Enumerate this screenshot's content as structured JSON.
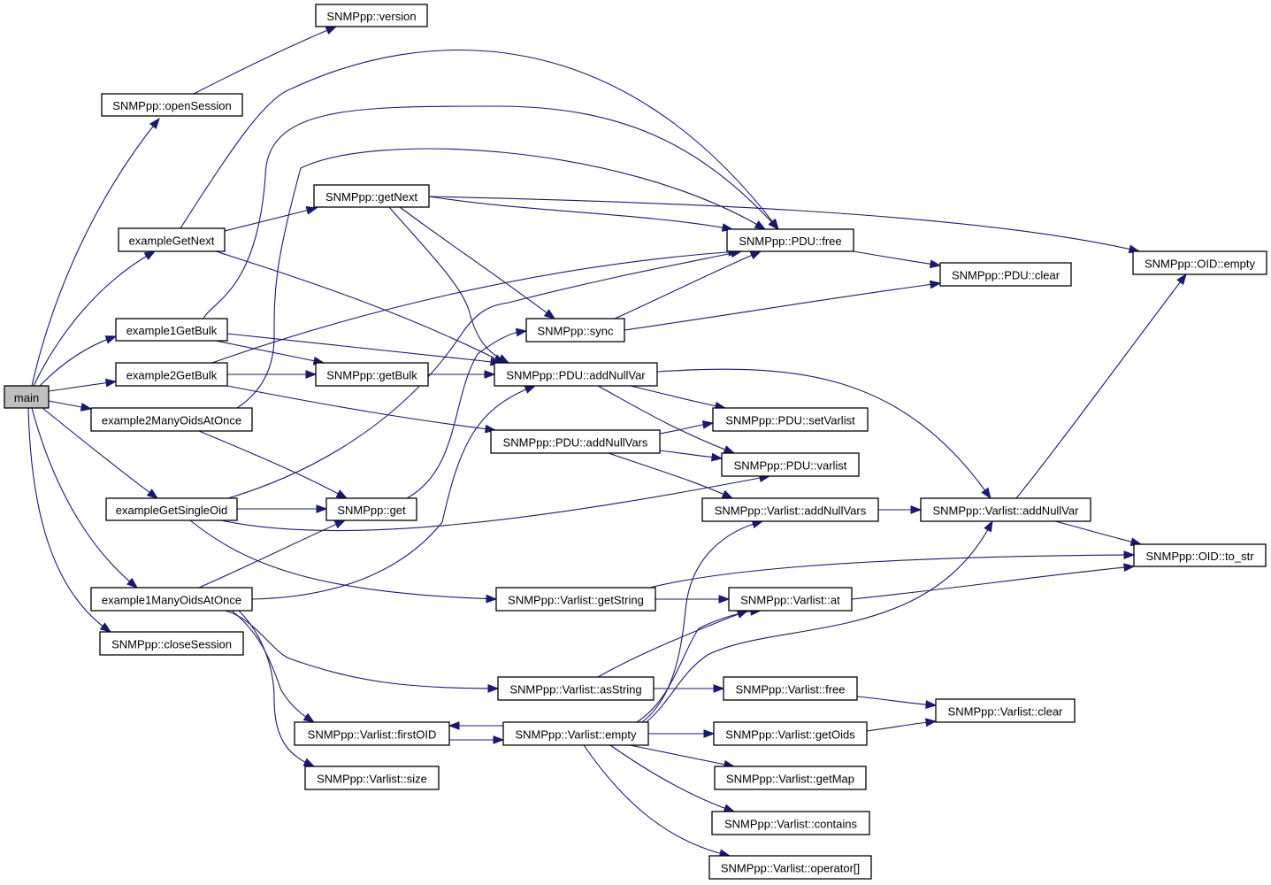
{
  "diagram": {
    "type": "call-graph",
    "root": "main",
    "colors": {
      "edge": "#191970",
      "node_border": "#000000",
      "node_fill": "#ffffff",
      "root_fill": "#bfbfbf"
    },
    "nodes": [
      {
        "id": "main",
        "label": "main",
        "root": true
      },
      {
        "id": "version",
        "label": "SNMPpp::version"
      },
      {
        "id": "openSession",
        "label": "SNMPpp::openSession"
      },
      {
        "id": "exampleGetNext",
        "label": "exampleGetNext"
      },
      {
        "id": "getNext",
        "label": "SNMPpp::getNext"
      },
      {
        "id": "example1GetBulk",
        "label": "example1GetBulk"
      },
      {
        "id": "example2GetBulk",
        "label": "example2GetBulk"
      },
      {
        "id": "example2ManyOidsAtOnce",
        "label": "example2ManyOidsAtOnce"
      },
      {
        "id": "exampleGetSingleOid",
        "label": "exampleGetSingleOid"
      },
      {
        "id": "example1ManyOidsAtOnce",
        "label": "example1ManyOidsAtOnce"
      },
      {
        "id": "closeSession",
        "label": "SNMPpp::closeSession"
      },
      {
        "id": "getBulk",
        "label": "SNMPpp::getBulk"
      },
      {
        "id": "get",
        "label": "SNMPpp::get"
      },
      {
        "id": "pduFree",
        "label": "SNMPpp::PDU::free"
      },
      {
        "id": "pduClear",
        "label": "SNMPpp::PDU::clear"
      },
      {
        "id": "oidEmpty",
        "label": "SNMPpp::OID::empty"
      },
      {
        "id": "sync",
        "label": "SNMPpp::sync"
      },
      {
        "id": "pduAddNullVar",
        "label": "SNMPpp::PDU::addNullVar"
      },
      {
        "id": "pduSetVarlist",
        "label": "SNMPpp::PDU::setVarlist"
      },
      {
        "id": "pduAddNullVars",
        "label": "SNMPpp::PDU::addNullVars"
      },
      {
        "id": "pduVarlist",
        "label": "SNMPpp::PDU::varlist"
      },
      {
        "id": "vlAddNullVars",
        "label": "SNMPpp::Varlist::addNullVars"
      },
      {
        "id": "vlAddNullVar",
        "label": "SNMPpp::Varlist::addNullVar"
      },
      {
        "id": "oidToStr",
        "label": "SNMPpp::OID::to_str"
      },
      {
        "id": "vlGetString",
        "label": "SNMPpp::Varlist::getString"
      },
      {
        "id": "vlAt",
        "label": "SNMPpp::Varlist::at"
      },
      {
        "id": "vlAsString",
        "label": "SNMPpp::Varlist::asString"
      },
      {
        "id": "vlFree",
        "label": "SNMPpp::Varlist::free"
      },
      {
        "id": "vlClear",
        "label": "SNMPpp::Varlist::clear"
      },
      {
        "id": "vlFirstOID",
        "label": "SNMPpp::Varlist::firstOID"
      },
      {
        "id": "vlEmpty",
        "label": "SNMPpp::Varlist::empty"
      },
      {
        "id": "vlGetOids",
        "label": "SNMPpp::Varlist::getOids"
      },
      {
        "id": "vlSize",
        "label": "SNMPpp::Varlist::size"
      },
      {
        "id": "vlGetMap",
        "label": "SNMPpp::Varlist::getMap"
      },
      {
        "id": "vlContains",
        "label": "SNMPpp::Varlist::contains"
      },
      {
        "id": "vlOperatorIndex",
        "label": "SNMPpp::Varlist::operator[]"
      }
    ],
    "edges": [
      {
        "from": "main",
        "to": "openSession"
      },
      {
        "from": "main",
        "to": "exampleGetNext"
      },
      {
        "from": "main",
        "to": "example1GetBulk"
      },
      {
        "from": "main",
        "to": "example2GetBulk"
      },
      {
        "from": "main",
        "to": "example2ManyOidsAtOnce"
      },
      {
        "from": "main",
        "to": "exampleGetSingleOid"
      },
      {
        "from": "main",
        "to": "example1ManyOidsAtOnce"
      },
      {
        "from": "main",
        "to": "closeSession"
      },
      {
        "from": "openSession",
        "to": "version"
      },
      {
        "from": "exampleGetNext",
        "to": "pduFree"
      },
      {
        "from": "exampleGetNext",
        "to": "getNext"
      },
      {
        "from": "exampleGetNext",
        "to": "pduAddNullVar"
      },
      {
        "from": "getNext",
        "to": "pduFree"
      },
      {
        "from": "getNext",
        "to": "oidEmpty"
      },
      {
        "from": "getNext",
        "to": "sync"
      },
      {
        "from": "getNext",
        "to": "pduAddNullVar"
      },
      {
        "from": "example1GetBulk",
        "to": "pduFree"
      },
      {
        "from": "example1GetBulk",
        "to": "pduAddNullVar"
      },
      {
        "from": "example1GetBulk",
        "to": "getBulk"
      },
      {
        "from": "example2GetBulk",
        "to": "pduFree"
      },
      {
        "from": "example2GetBulk",
        "to": "getBulk"
      },
      {
        "from": "example2GetBulk",
        "to": "pduAddNullVars"
      },
      {
        "from": "example2ManyOidsAtOnce",
        "to": "pduFree"
      },
      {
        "from": "example2ManyOidsAtOnce",
        "to": "get"
      },
      {
        "from": "exampleGetSingleOid",
        "to": "pduFree"
      },
      {
        "from": "exampleGetSingleOid",
        "to": "get"
      },
      {
        "from": "exampleGetSingleOid",
        "to": "pduVarlist"
      },
      {
        "from": "exampleGetSingleOid",
        "to": "vlGetString"
      },
      {
        "from": "example1ManyOidsAtOnce",
        "to": "get"
      },
      {
        "from": "example1ManyOidsAtOnce",
        "to": "pduAddNullVar"
      },
      {
        "from": "example1ManyOidsAtOnce",
        "to": "vlAsString"
      },
      {
        "from": "example1ManyOidsAtOnce",
        "to": "vlFirstOID"
      },
      {
        "from": "example1ManyOidsAtOnce",
        "to": "vlSize"
      },
      {
        "from": "getBulk",
        "to": "pduAddNullVar"
      },
      {
        "from": "get",
        "to": "sync"
      },
      {
        "from": "sync",
        "to": "pduFree"
      },
      {
        "from": "sync",
        "to": "pduClear"
      },
      {
        "from": "pduFree",
        "to": "pduClear"
      },
      {
        "from": "pduAddNullVar",
        "to": "pduSetVarlist"
      },
      {
        "from": "pduAddNullVar",
        "to": "pduVarlist"
      },
      {
        "from": "pduAddNullVar",
        "to": "vlAddNullVar"
      },
      {
        "from": "pduAddNullVars",
        "to": "pduSetVarlist"
      },
      {
        "from": "pduAddNullVars",
        "to": "pduVarlist"
      },
      {
        "from": "pduAddNullVars",
        "to": "vlAddNullVars"
      },
      {
        "from": "vlAddNullVars",
        "to": "vlAddNullVar"
      },
      {
        "from": "vlAddNullVar",
        "to": "oidEmpty"
      },
      {
        "from": "vlAddNullVar",
        "to": "oidToStr"
      },
      {
        "from": "vlGetString",
        "to": "oidToStr"
      },
      {
        "from": "vlGetString",
        "to": "vlAt"
      },
      {
        "from": "vlAt",
        "to": "oidToStr"
      },
      {
        "from": "vlAsString",
        "to": "vlAt"
      },
      {
        "from": "vlAsString",
        "to": "vlFree"
      },
      {
        "from": "vlFree",
        "to": "vlClear"
      },
      {
        "from": "vlFirstOID",
        "to": "vlEmpty"
      },
      {
        "from": "vlEmpty",
        "to": "vlFirstOID"
      },
      {
        "from": "vlEmpty",
        "to": "vlAt"
      },
      {
        "from": "vlEmpty",
        "to": "vlAddNullVars"
      },
      {
        "from": "vlEmpty",
        "to": "vlAddNullVar"
      },
      {
        "from": "vlEmpty",
        "to": "vlGetOids"
      },
      {
        "from": "vlEmpty",
        "to": "vlGetMap"
      },
      {
        "from": "vlEmpty",
        "to": "vlContains"
      },
      {
        "from": "vlEmpty",
        "to": "vlOperatorIndex"
      },
      {
        "from": "vlGetOids",
        "to": "vlClear"
      }
    ]
  }
}
